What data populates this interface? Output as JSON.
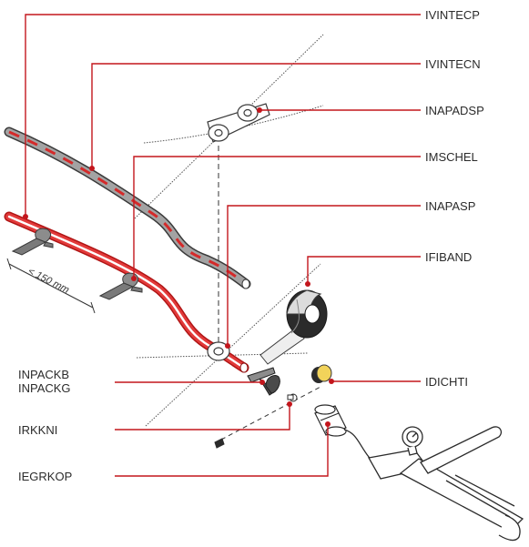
{
  "colors": {
    "accent": "#c3161c",
    "pipe_grey": "#9a9a9a",
    "pipe_red_stripe": "#d42a2a",
    "plug_yellow": "#f2d35a",
    "outline": "#3a3a3a"
  },
  "labels": {
    "ivintecp": "IVINTECP",
    "ivintecn": "IVINTECN",
    "inapadsp": "INAPADSP",
    "imschel": "IMSCHEL",
    "inapasp": "INAPASP",
    "ifiband": "IFIBAND",
    "idichti": "IDICHTI",
    "inpackb": "INPACKB",
    "inpackg": "INPACKG",
    "irkkni": "IRKKNI",
    "iegrkop": "IEGRKOP"
  },
  "dimension": {
    "text": "< 150 mm"
  },
  "icons": [
    "pipe-grey-icon",
    "pipe-red-icon",
    "spacer-icon",
    "pipe-clamp-icon",
    "tape-roll-icon",
    "sealing-plug-icon",
    "packer-icon",
    "nipple-icon",
    "coupler-icon",
    "grease-gun-icon"
  ]
}
